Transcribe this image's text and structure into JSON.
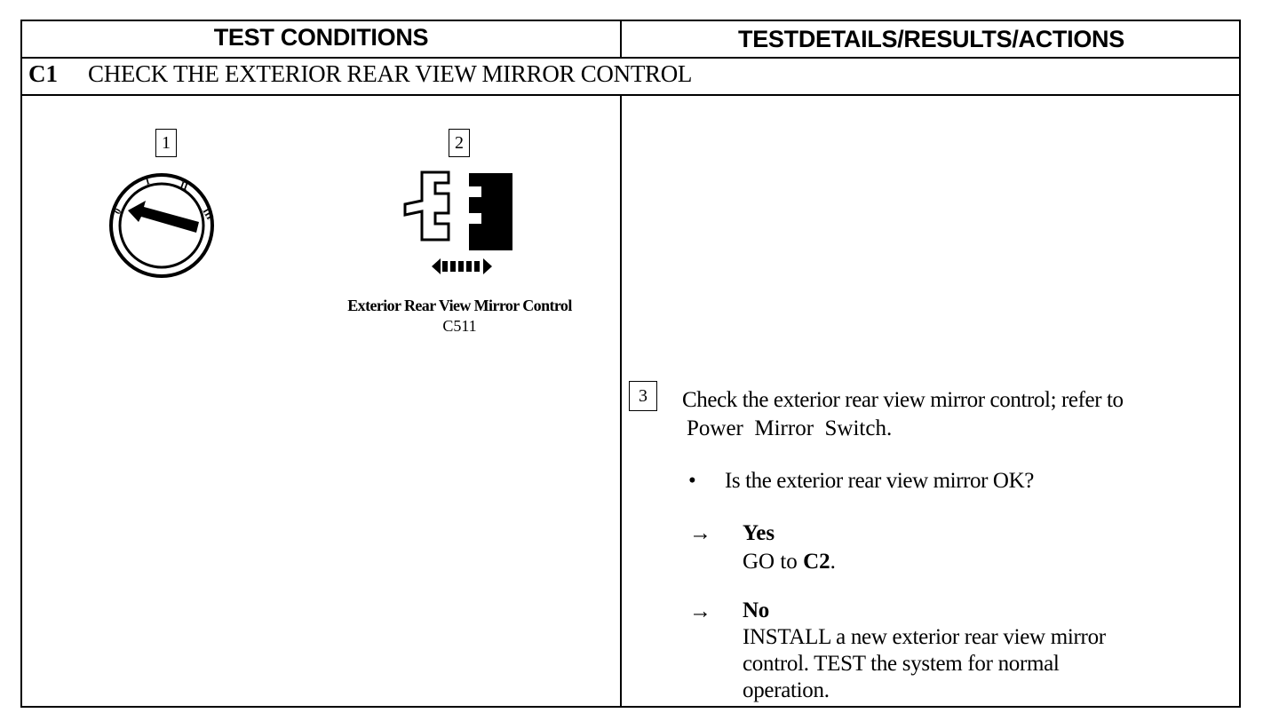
{
  "headers": {
    "left": "TEST CONDITIONS",
    "right": "TESTDETAILS/RESULTS/ACTIONS"
  },
  "step": {
    "id": "C1",
    "title": "CHECK THE EXTERIOR REAR VIEW MIRROR CONTROL"
  },
  "figures": {
    "ignition": {
      "number": "1",
      "icon": "ignition-switch-icon"
    },
    "connector": {
      "number": "2",
      "icon": "connector-icon",
      "caption_line1": "Exterior Rear View Mirror Control",
      "caption_line2": "C511"
    }
  },
  "instruction": {
    "number": "3",
    "line1": "Check the exterior rear view mirror control; refer to",
    "line2": "Power  Mirror  Switch."
  },
  "question": {
    "bullet": "•",
    "text": "Is the exterior rear view mirror OK?"
  },
  "answers": [
    {
      "arrow": "→",
      "label": "Yes",
      "action_prefix": "GO to ",
      "action_ref": "C2",
      "action_suffix": "."
    },
    {
      "arrow": "→",
      "label": "No",
      "line1": "INSTALL a new exterior rear view mirror",
      "line2": "control. TEST the system for normal",
      "line3": "operation."
    }
  ]
}
